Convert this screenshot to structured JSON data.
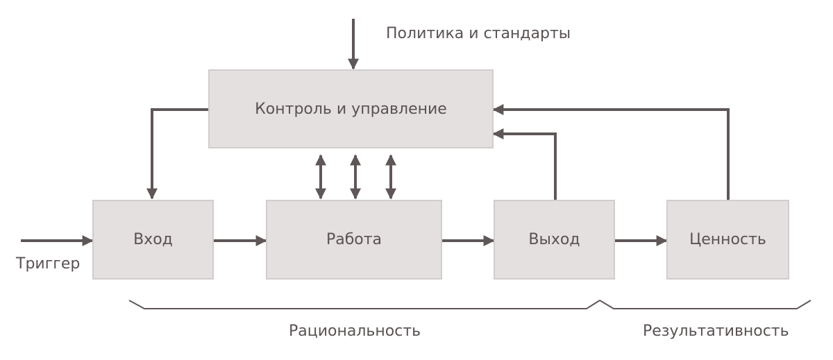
{
  "diagram": {
    "top_input": "Политика и стандарты",
    "trigger": "Триггер",
    "boxes": {
      "control": "Контроль и управление",
      "input": "Вход",
      "work": "Работа",
      "output": "Выход",
      "value": "Ценность"
    },
    "groups": {
      "rationality": "Рациональность",
      "effectiveness": "Результативность"
    },
    "colors": {
      "line": "#5f5757",
      "box_fill": "#e3e0df",
      "box_border": "#d0cdcc",
      "text": "#5a5252"
    }
  }
}
